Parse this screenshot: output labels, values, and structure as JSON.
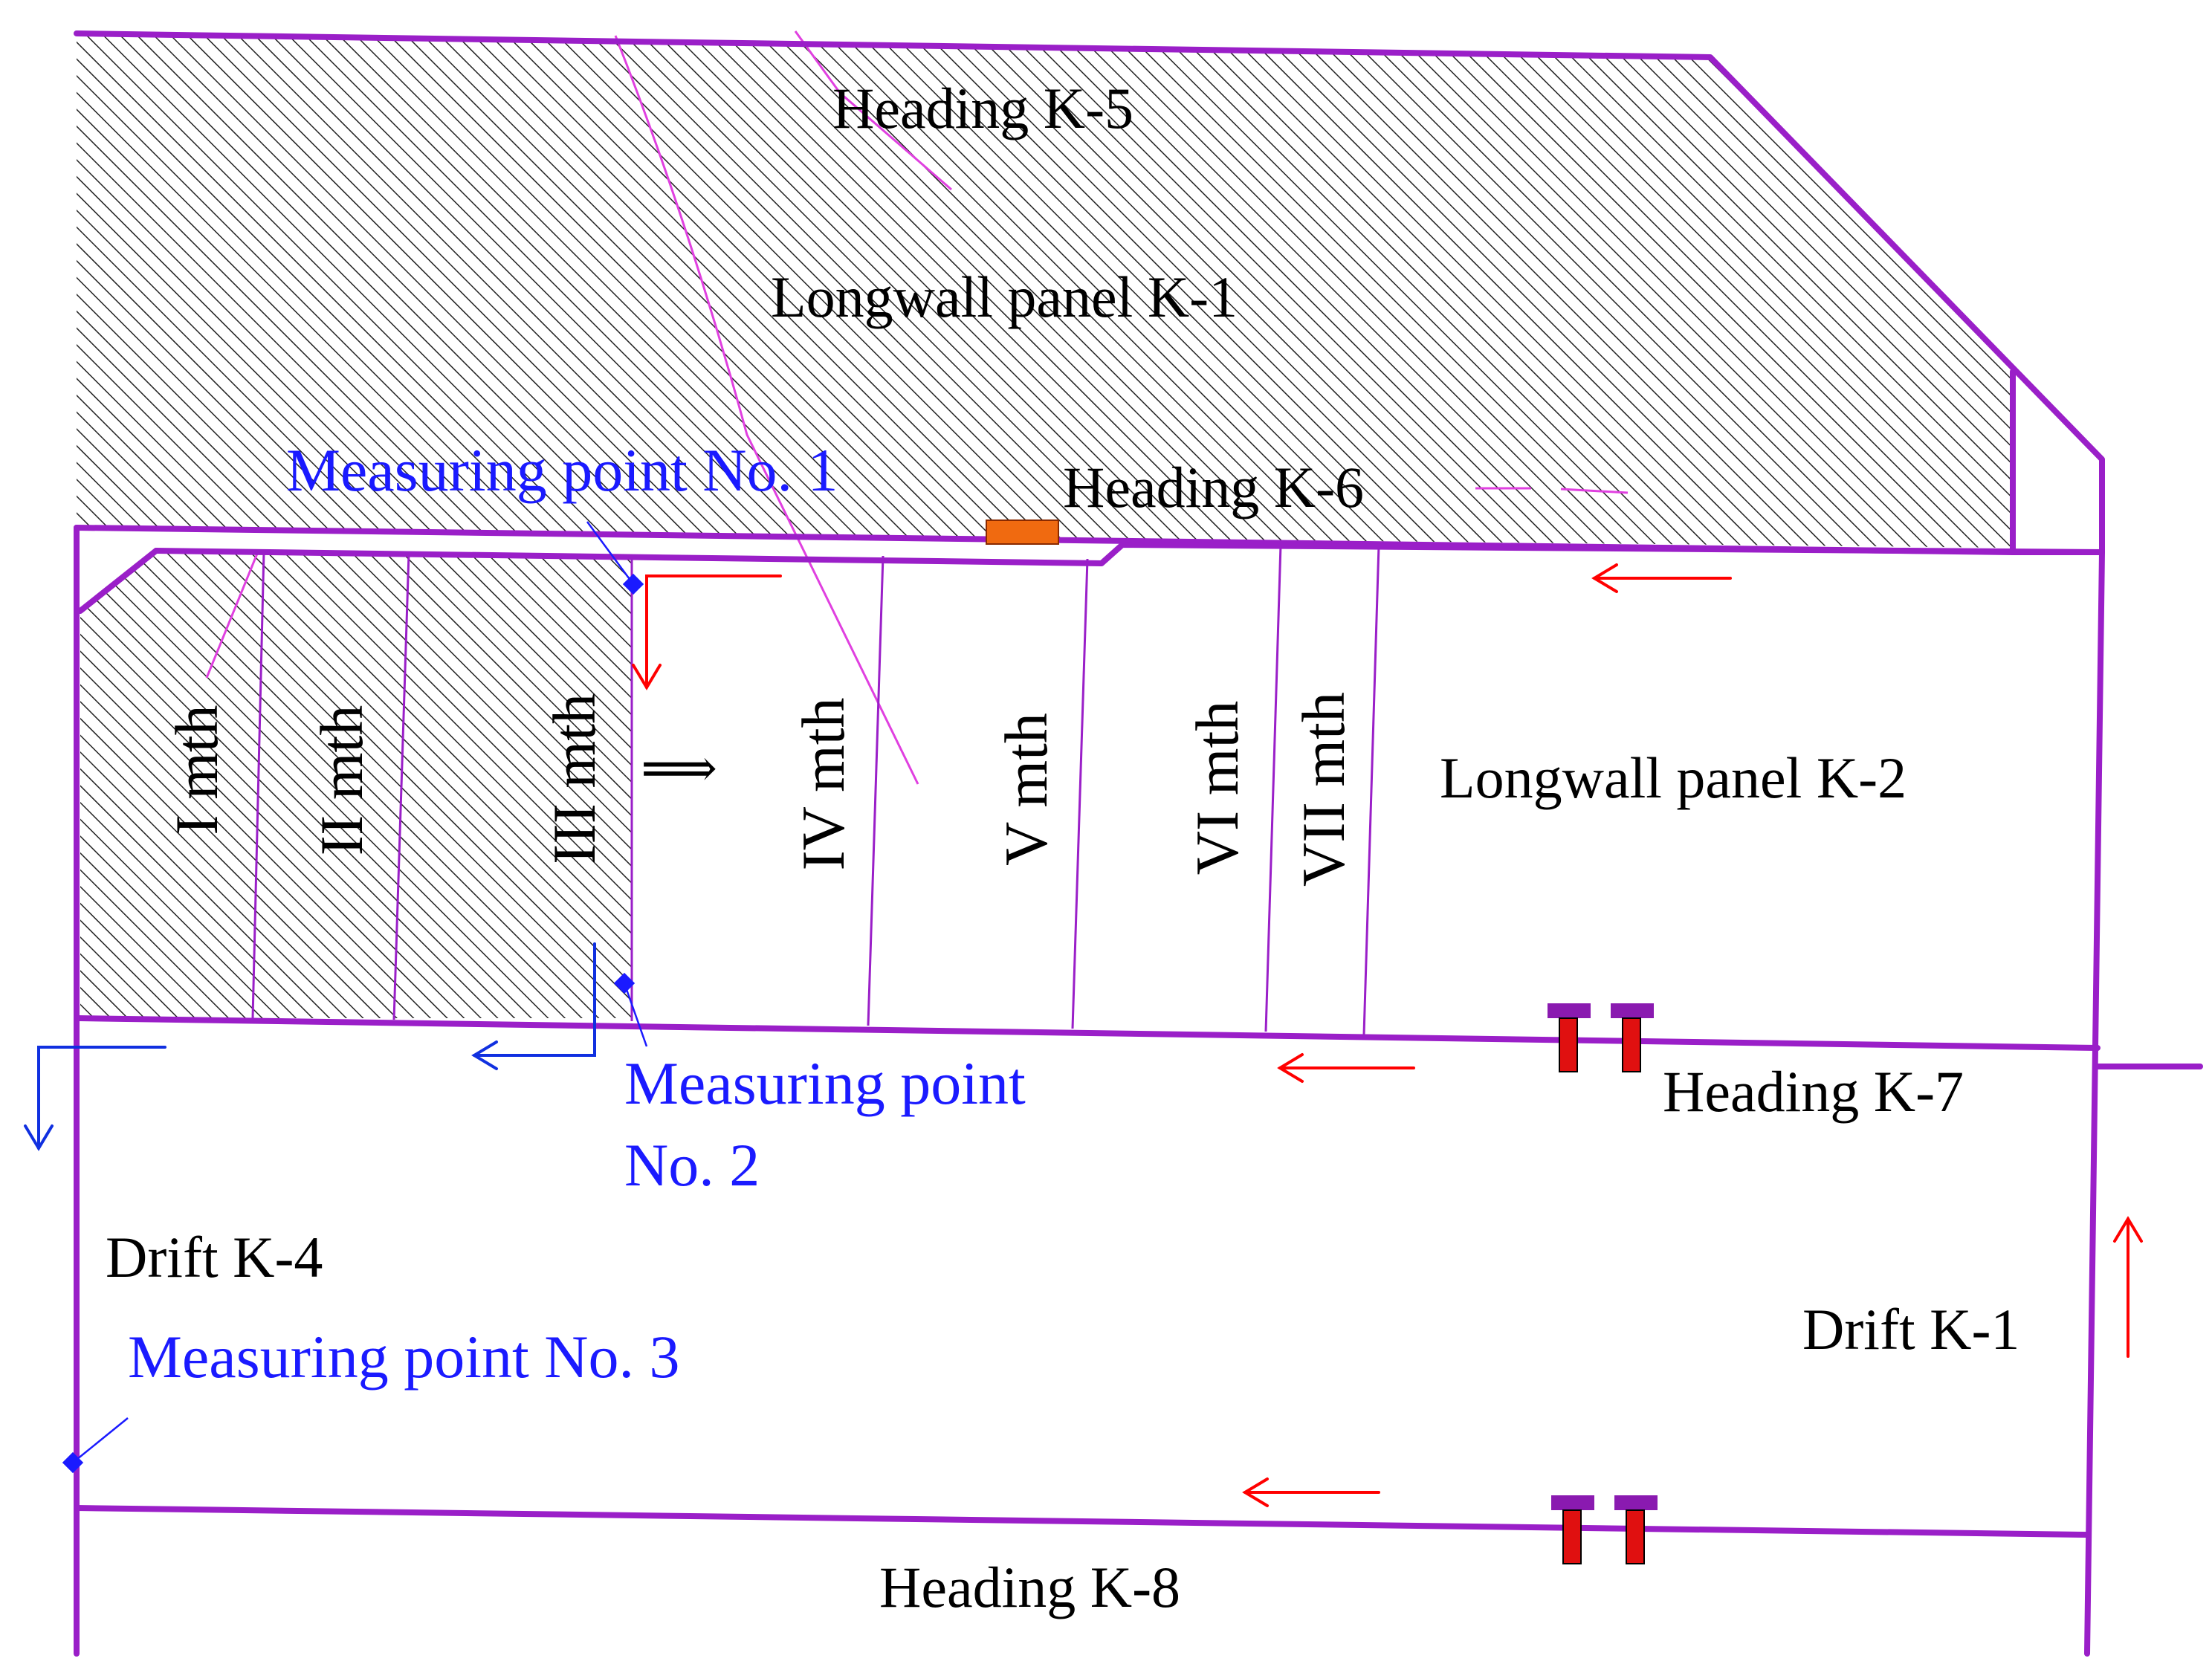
{
  "colors": {
    "outline": "#9a1fc8",
    "fault": "#e040e0",
    "hatch": "#222222",
    "intake_arrow": "#ff0000",
    "return_arrow": "#1030e0",
    "measuring_text": "#1a1aff",
    "door_top": "#8a1ab0",
    "door_post": "#e01010",
    "obstruction": "#f06a10"
  },
  "labels": {
    "heading_k5": "Heading K-5",
    "longwall_k1": "Longwall panel K-1",
    "heading_k6": "Heading K-6",
    "longwall_k2": "Longwall panel K-2",
    "heading_k7": "Heading K-7",
    "heading_k8": "Heading K-8",
    "drift_k4": "Drift K-4",
    "drift_k1": "Drift K-1",
    "mp1": "Measuring point No. 1",
    "mp2_line1": "Measuring point",
    "mp2_line2": "No. 2",
    "mp3": "Measuring point No. 3",
    "advance_symbol": "⟹"
  },
  "months": [
    "I mth",
    "II mth",
    "III mth",
    "IV mth",
    "V mth",
    "VI mth",
    "VII mth"
  ]
}
